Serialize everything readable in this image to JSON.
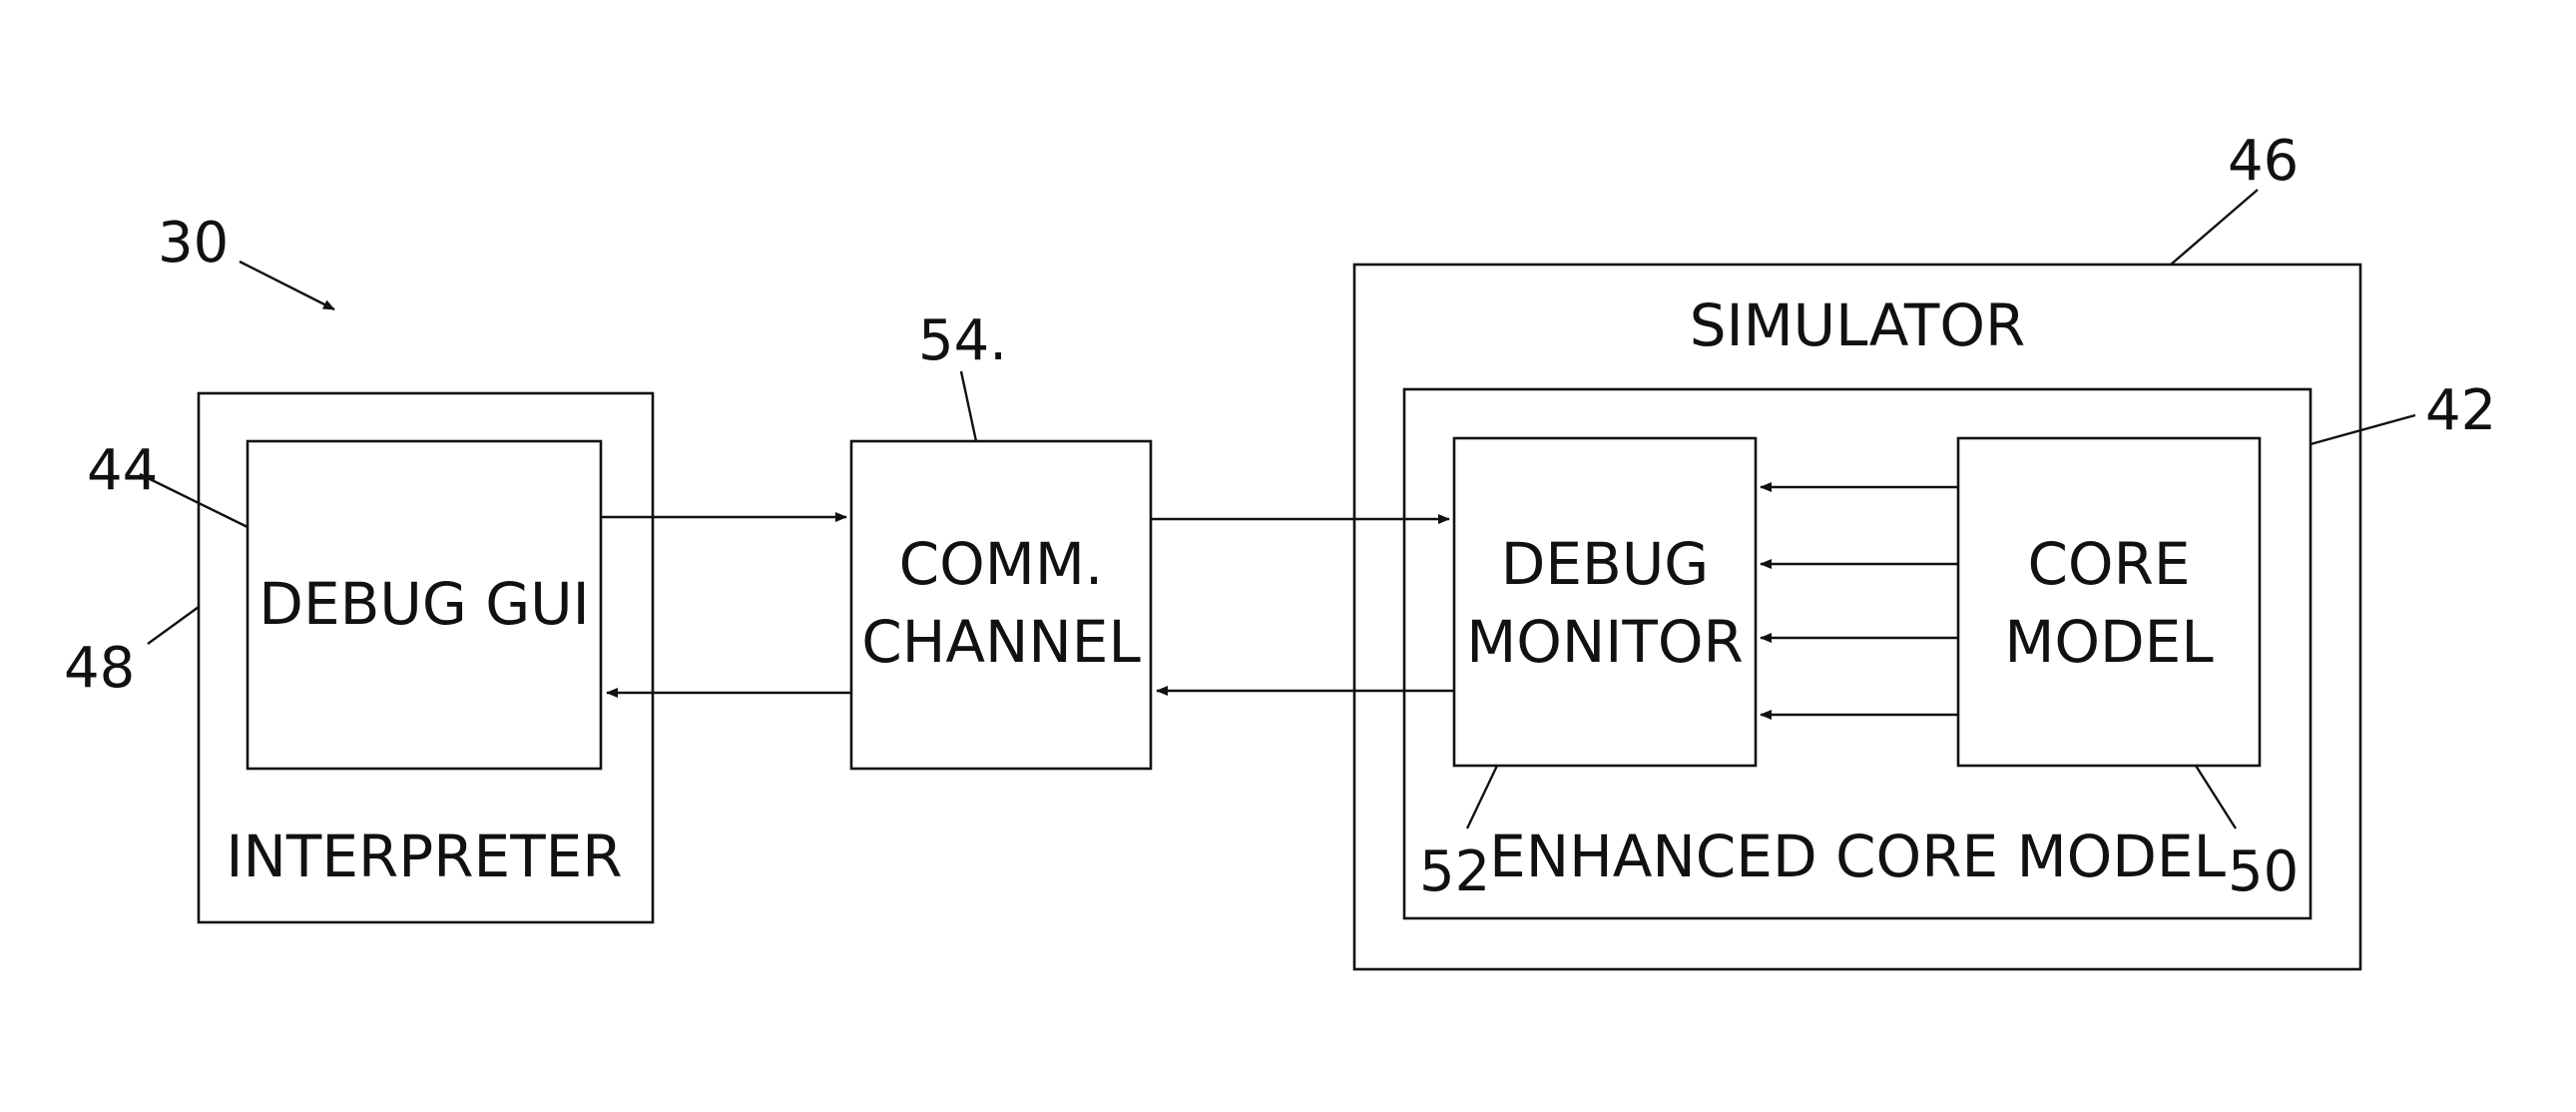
{
  "labels": {
    "debug_gui": "DEBUG GUI",
    "interpreter": "INTERPRETER",
    "comm_line1": "COMM.",
    "comm_line2": "CHANNEL",
    "simulator": "SIMULATOR",
    "debug_line1": "DEBUG",
    "debug_line2": "MONITOR",
    "core_line1": "CORE",
    "core_line2": "MODEL",
    "enhanced": "ENHANCED CORE MODEL"
  },
  "refs": {
    "r30": "30",
    "r44": "44",
    "r48": "48",
    "r54": "54.",
    "r46": "46",
    "r42": "42",
    "r52": "52",
    "r50": "50"
  }
}
